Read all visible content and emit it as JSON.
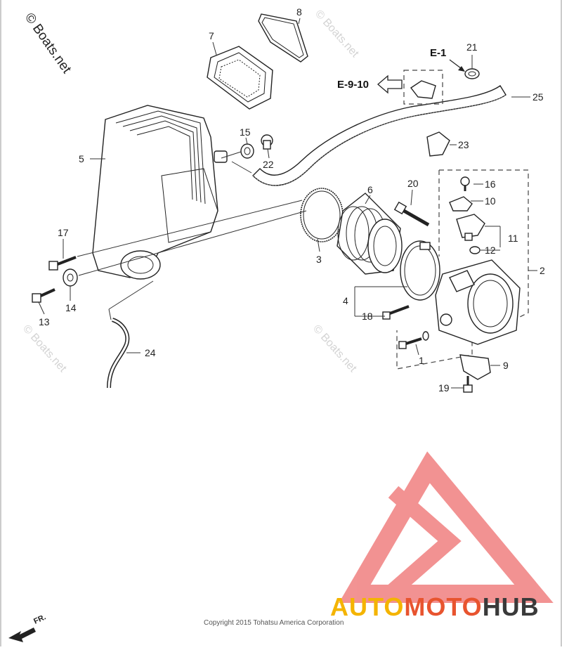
{
  "watermarks": {
    "main": "© Boats.net",
    "repeat": "© Boats.net"
  },
  "references": {
    "e1": "E-1",
    "e910": "E-9-10"
  },
  "callouts": {
    "p1": "1",
    "p2": "2",
    "p3": "3",
    "p4": "4",
    "p5": "5",
    "p6": "6",
    "p7": "7",
    "p8": "8",
    "p9": "9",
    "p10": "10",
    "p11": "11",
    "p12": "12",
    "p13": "13",
    "p14": "14",
    "p15": "15",
    "p16": "16",
    "p17": "17",
    "p18": "18",
    "p19": "19",
    "p20": "20",
    "p21": "21",
    "p22": "22",
    "p23": "23",
    "p24": "24",
    "p25": "25"
  },
  "front_marker": "FR.",
  "copyright": "Copyright 2015 Tohatsu America Corporation",
  "brand": {
    "part1": "AUTO",
    "part2": "MOTO",
    "part3": "HUB",
    "color_auto": "#f4b400",
    "color_moto": "#e8542f",
    "color_hub": "#3a3a3a",
    "logo_color": "#f08080"
  }
}
